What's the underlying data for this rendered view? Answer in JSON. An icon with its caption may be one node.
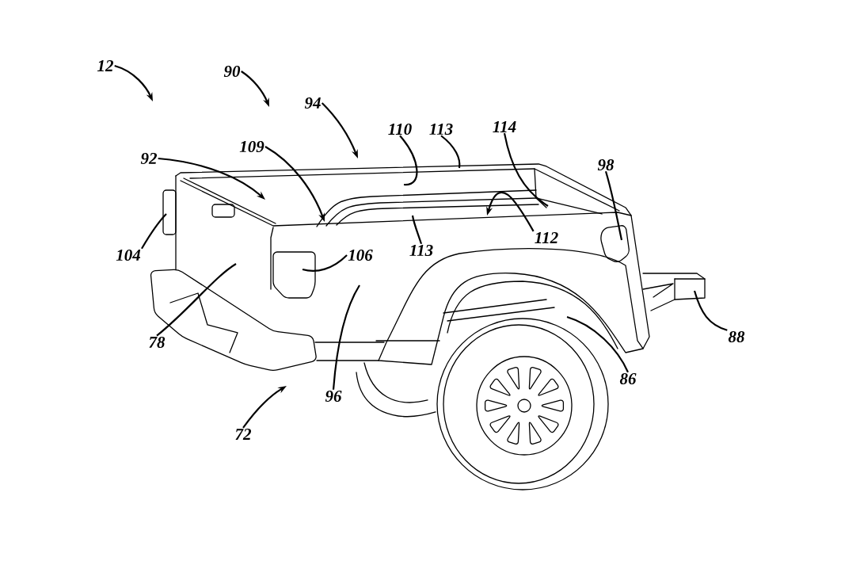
{
  "diagram": {
    "nodes": [
      {
        "text": [
          "12"
        ]
      },
      {
        "text": [
          "90"
        ]
      },
      {
        "text": [
          "94"
        ]
      },
      {
        "text": [
          "110"
        ]
      },
      {
        "text": [
          "113"
        ]
      },
      {
        "text": [
          "114"
        ]
      },
      {
        "text": [
          "109"
        ]
      },
      {
        "text": [
          "92"
        ]
      },
      {
        "text": [
          "98"
        ]
      },
      {
        "text": [
          "113"
        ]
      },
      {
        "text": [
          "112"
        ]
      },
      {
        "text": [
          "104"
        ]
      },
      {
        "text": [
          "106"
        ]
      },
      {
        "text": [
          "78"
        ]
      },
      {
        "text": [
          "96"
        ]
      },
      {
        "text": [
          "86"
        ]
      },
      {
        "text": [
          "88"
        ]
      },
      {
        "text": [
          "72"
        ]
      }
    ],
    "edges": [
      {
        "from": 0,
        "to": null,
        "arrow": "to"
      },
      {
        "from": 1,
        "to": null,
        "arrow": "to"
      },
      {
        "from": 2,
        "to": null,
        "arrow": "to"
      },
      {
        "from": 3,
        "to": null,
        "arrow": "none"
      },
      {
        "from": 4,
        "to": null,
        "arrow": "none"
      },
      {
        "from": 5,
        "to": null,
        "arrow": "none"
      },
      {
        "from": 6,
        "to": null,
        "arrow": "to"
      },
      {
        "from": 7,
        "to": null,
        "arrow": "to"
      },
      {
        "from": 8,
        "to": null,
        "arrow": "none"
      },
      {
        "from": 9,
        "to": null,
        "arrow": "none"
      },
      {
        "from": 10,
        "to": null,
        "arrow": "to"
      },
      {
        "from": 11,
        "to": null,
        "arrow": "none"
      },
      {
        "from": 12,
        "to": null,
        "arrow": "none"
      },
      {
        "from": 13,
        "to": null,
        "arrow": "none"
      },
      {
        "from": 14,
        "to": null,
        "arrow": "none"
      },
      {
        "from": 15,
        "to": null,
        "arrow": "none"
      },
      {
        "from": 16,
        "to": null,
        "arrow": "none"
      },
      {
        "from": 17,
        "to": null,
        "arrow": "to"
      }
    ]
  }
}
